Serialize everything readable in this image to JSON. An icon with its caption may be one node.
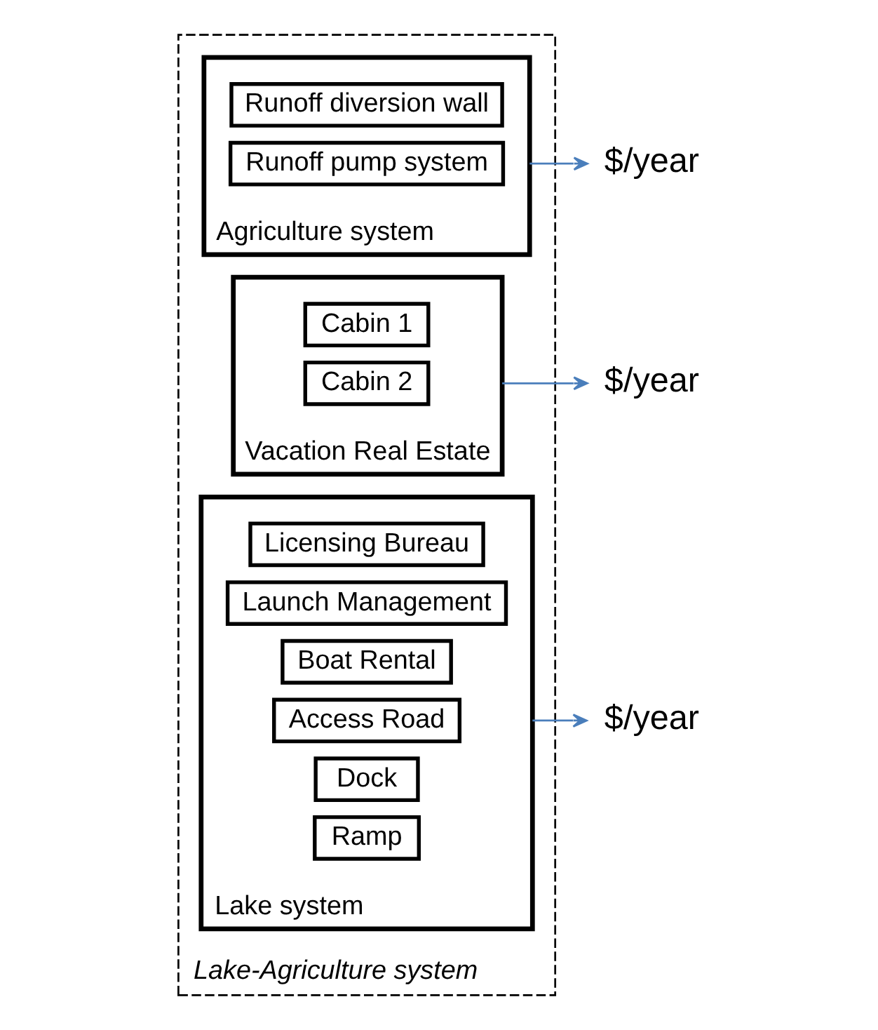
{
  "diagram": {
    "nodes": [
      {
        "text": [
          "Lake-Agriculture system"
        ]
      },
      {
        "text": [
          "Agriculture system"
        ],
        "in": 0
      },
      {
        "text": [
          "Runoff diversion wall"
        ],
        "in": 1
      },
      {
        "text": [
          "Runoff pump system"
        ],
        "in": 1
      },
      {
        "text": [
          "Vacation Real Estate"
        ],
        "in": 0
      },
      {
        "text": [
          "Cabin 1"
        ],
        "in": 4
      },
      {
        "text": [
          "Cabin 2"
        ],
        "in": 4
      },
      {
        "text": [
          "Lake system"
        ],
        "in": 0
      },
      {
        "text": [
          "Licensing Bureau"
        ],
        "in": 7
      },
      {
        "text": [
          "Launch Management"
        ],
        "in": 7
      },
      {
        "text": [
          "Boat Rental"
        ],
        "in": 7
      },
      {
        "text": [
          "Access Road"
        ],
        "in": 7
      },
      {
        "text": [
          "Dock"
        ],
        "in": 7
      },
      {
        "text": [
          "Ramp"
        ],
        "in": 7
      },
      {
        "text": [
          "$/year"
        ]
      },
      {
        "text": [
          "$/year"
        ]
      },
      {
        "text": [
          "$/year"
        ]
      }
    ],
    "edges": [
      {
        "from": 1,
        "to": 14,
        "arrow": "to"
      },
      {
        "from": 4,
        "to": 15,
        "arrow": "to"
      },
      {
        "from": 7,
        "to": 16,
        "arrow": "to"
      }
    ]
  }
}
